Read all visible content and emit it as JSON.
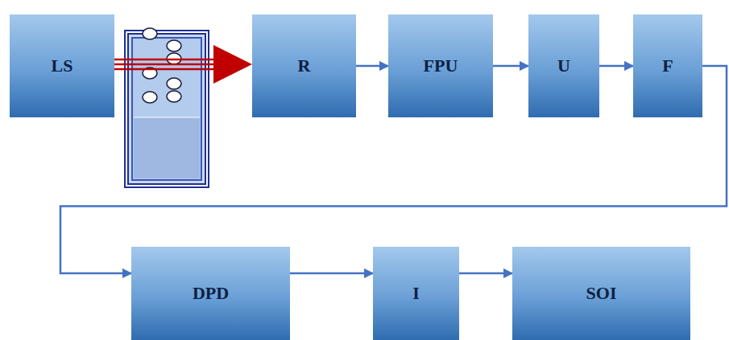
{
  "diagram": {
    "nodes": [
      {
        "text": [
          "LS"
        ]
      },
      {
        "text": [
          "R"
        ]
      },
      {
        "text": [
          "FPU"
        ]
      },
      {
        "text": [
          "U"
        ]
      },
      {
        "text": [
          "F"
        ]
      },
      {
        "text": [
          "DPD"
        ]
      },
      {
        "text": [
          "I"
        ]
      },
      {
        "text": [
          "SOI"
        ]
      }
    ],
    "edges": [
      {
        "from": 0,
        "to": 1,
        "arrow": "to"
      },
      {
        "from": 1,
        "to": 2,
        "arrow": "to"
      },
      {
        "from": 2,
        "to": 3,
        "arrow": "to"
      },
      {
        "from": 3,
        "to": 4,
        "arrow": "to"
      },
      {
        "from": 4,
        "to": 5,
        "arrow": "to"
      },
      {
        "from": 5,
        "to": 6,
        "arrow": "to"
      },
      {
        "from": 6,
        "to": 7,
        "arrow": "to"
      }
    ]
  }
}
